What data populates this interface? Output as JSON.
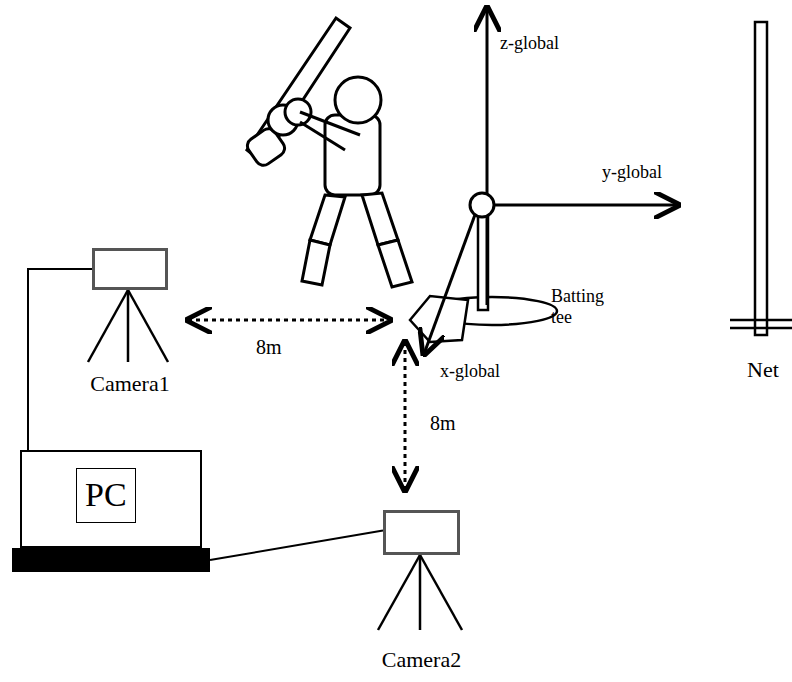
{
  "diagram": {
    "nodes": [
      {
        "text": [
          "Camera1"
        ]
      },
      {
        "text": [
          "PC"
        ]
      },
      {
        "text": [
          "Camera2"
        ]
      }
    ],
    "edges": [
      {
        "from": 0,
        "to": 1,
        "arrow": "none"
      },
      {
        "from": 2,
        "to": 1,
        "arrow": "none"
      }
    ],
    "labels": [
      "z-global",
      "y-global",
      "x-global",
      "Batting tee",
      "8m",
      "8m",
      "Net"
    ]
  }
}
